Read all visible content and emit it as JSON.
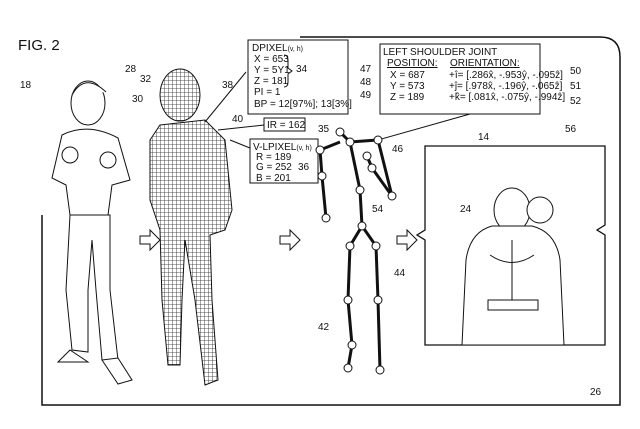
{
  "figure_label": "FIG. 2",
  "dpixel": {
    "title": "DPIXEL",
    "title_sub": "(v, h)",
    "x": "X = 653",
    "y": "Y = 5Y1",
    "z": "Z = 181",
    "pi": "PI = 1",
    "bp": "BP = 12[97%]; 13[3%]"
  },
  "ir": "IR = 162",
  "vlpixel": {
    "title": "V-LPIXEL",
    "title_sub": "(v, h)",
    "r": "R = 189",
    "g": "G = 252",
    "b": "B = 201"
  },
  "shoulder": {
    "title": "LEFT SHOULDER JOINT",
    "position_header": "POSITION:",
    "orientation_header": "ORIENTATION:",
    "x": "X = 687",
    "y": "Y = 573",
    "z": "Z = 189",
    "i": "+î= [.286x̂, -.953ŷ, -.095ẑ]",
    "j": "+ĵ= [.978x̂, -.196ŷ, -.065ẑ]",
    "k": "+k̂= [.081x̂, -.075ŷ, -.994ẑ]"
  },
  "refs": {
    "r18": "18",
    "r28": "28",
    "r32": "32",
    "r30": "30",
    "r38": "38",
    "r34": "34",
    "r40": "40",
    "r35": "35",
    "r36": "36",
    "r47": "47",
    "r48": "48",
    "r49": "49",
    "r50": "50",
    "r51": "51",
    "r52": "52",
    "r46": "46",
    "r54": "54",
    "r44": "44",
    "r42": "42",
    "r14": "14",
    "r56": "56",
    "r24": "24",
    "r26": "26"
  }
}
